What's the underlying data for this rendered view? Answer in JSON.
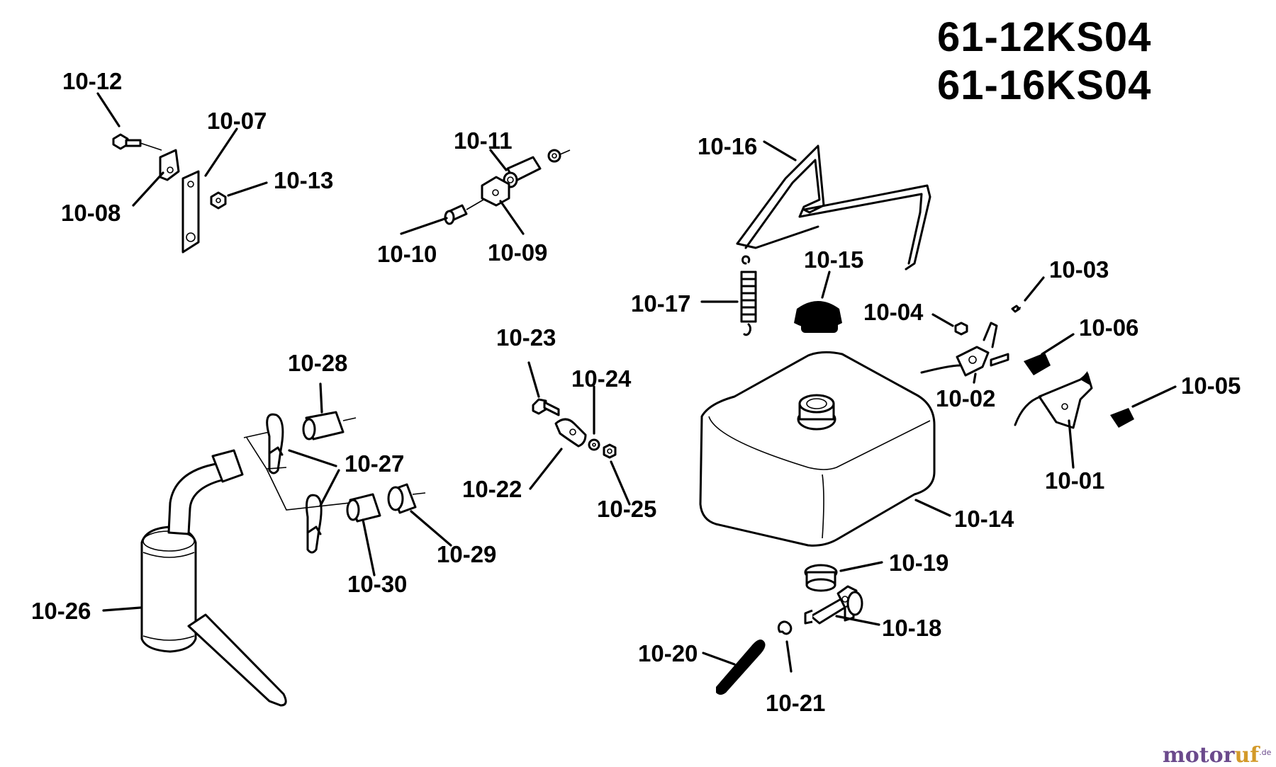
{
  "models": [
    "61-12KS04",
    "61-16KS04"
  ],
  "labels": {
    "p1001": "10-01",
    "p1002": "10-02",
    "p1003": "10-03",
    "p1004": "10-04",
    "p1005": "10-05",
    "p1006": "10-06",
    "p1007": "10-07",
    "p1008": "10-08",
    "p1009": "10-09",
    "p1010": "10-10",
    "p1011": "10-11",
    "p1012": "10-12",
    "p1013": "10-13",
    "p1014": "10-14",
    "p1015": "10-15",
    "p1016": "10-16",
    "p1017": "10-17",
    "p1018": "10-18",
    "p1019": "10-19",
    "p1020": "10-20",
    "p1021": "10-21",
    "p1022": "10-22",
    "p1023": "10-23",
    "p1024": "10-24",
    "p1025": "10-25",
    "p1026": "10-26",
    "p1027": "10-27",
    "p1028": "10-28",
    "p1029": "10-29",
    "p1030": "10-30"
  },
  "watermark": {
    "part_a": "motor",
    "part_b": "uf",
    "suffix": ".de"
  }
}
